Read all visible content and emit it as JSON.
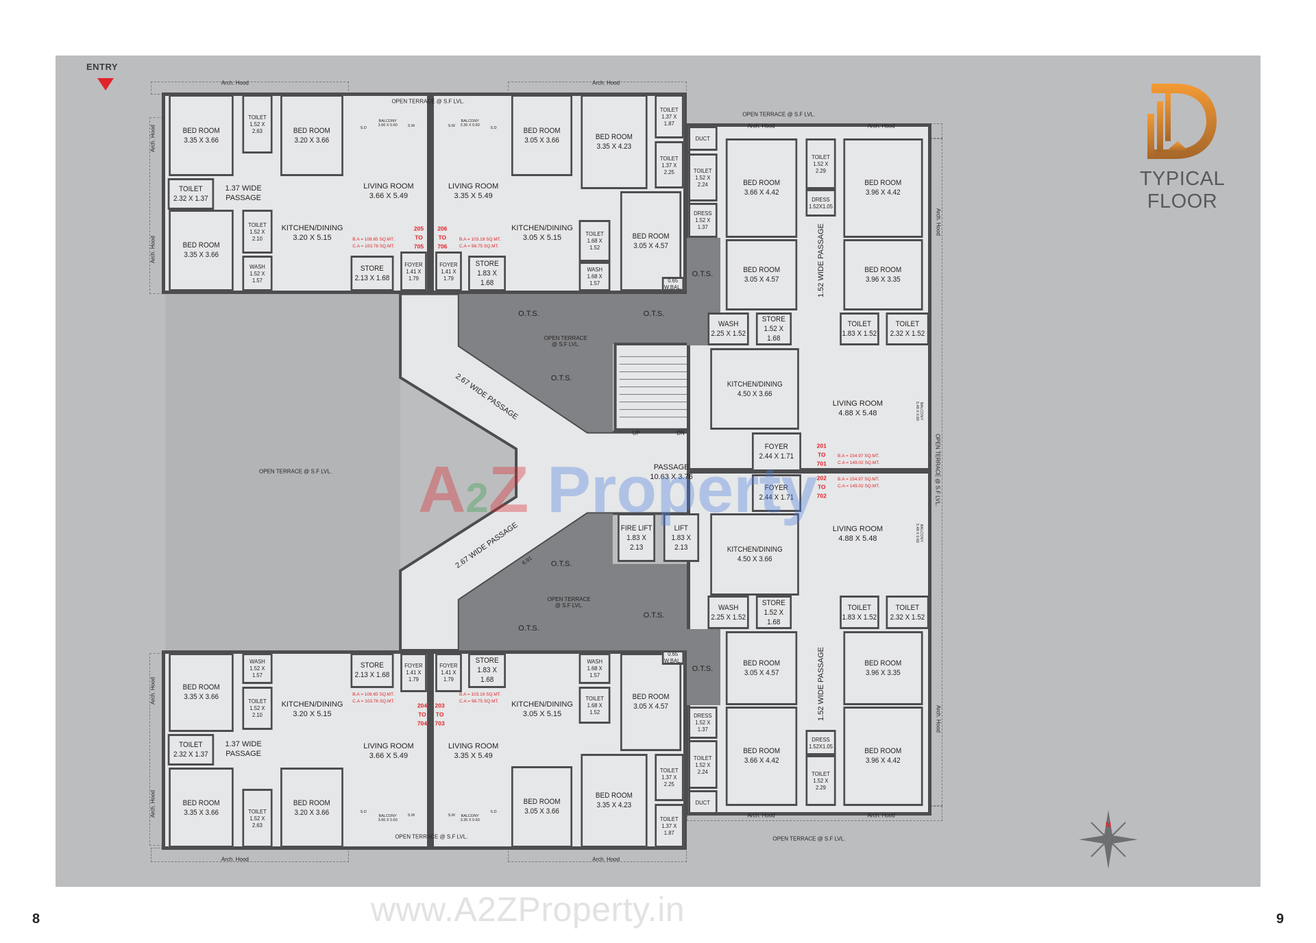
{
  "page": {
    "entry_label": "ENTRY",
    "title": "TYPICAL FLOOR",
    "page_left": "8",
    "page_right": "9",
    "watermark_url": "www.A2ZProperty.in",
    "watermark_brand_a": "A",
    "watermark_brand_2": "2",
    "watermark_brand_z": "Z",
    "watermark_brand_rest": " Property",
    "compass_label": "N",
    "brand_color": "#e08a2c",
    "area_text_color": "#e0242b"
  },
  "rooms": [
    {
      "label": "BED ROOM",
      "dims": "3.35 X 3.66"
    },
    {
      "label": "TOILET",
      "dims": "1.52 X\n2.63"
    },
    {
      "label": "BED ROOM",
      "dims": "3.20 X 3.66"
    },
    {
      "label": "TOILET",
      "dims": "2.32 X 1.37"
    },
    {
      "label": "BED ROOM",
      "dims": "3.35 X 3.66"
    },
    {
      "label": "TOILET",
      "dims": "1.52 X\n2.10"
    },
    {
      "label": "WASH",
      "dims": "1.52 X\n1.57"
    },
    {
      "label": "STORE",
      "dims": "2.13 X 1.68"
    },
    {
      "label": "FOYER",
      "dims": "1.41 X\n1.79"
    },
    {
      "label": "FOYER",
      "dims": "1.41 X\n1.79"
    },
    {
      "label": "STORE",
      "dims": "1.83 X 1.68"
    },
    {
      "label": "BED ROOM",
      "dims": "3.05 X 3.66"
    },
    {
      "label": "BED ROOM",
      "dims": "3.35 X 4.23"
    },
    {
      "label": "TOILET",
      "dims": "1.37 X\n1.87"
    },
    {
      "label": "TOILET",
      "dims": "1.37 X\n2.25"
    },
    {
      "label": "TOILET",
      "dims": "1.68 X\n1.52"
    },
    {
      "label": "WASH",
      "dims": "1.68 X\n1.57"
    },
    {
      "label": "BED ROOM",
      "dims": "3.05 X 4.57"
    },
    {
      "label": "0.65",
      "dims": "W.BAL."
    },
    {
      "label": "DUCT",
      "dims": ""
    },
    {
      "label": "TOILET",
      "dims": "1.52 X\n2.24"
    },
    {
      "label": "DRESS",
      "dims": "1.52 X\n1.37"
    },
    {
      "label": "BED ROOM",
      "dims": "3.66 X 4.42"
    },
    {
      "label": "TOILET",
      "dims": "1.52 X\n2.29"
    },
    {
      "label": "DRESS",
      "dims": "1.52X1.05"
    },
    {
      "label": "BED ROOM",
      "dims": "3.96 X 4.42"
    },
    {
      "label": "BED ROOM",
      "dims": "3.05 X 4.57"
    },
    {
      "label": "BED ROOM",
      "dims": "3.96 X 3.35"
    },
    {
      "label": "WASH",
      "dims": "2.25 X 1.52"
    },
    {
      "label": "STORE",
      "dims": "1.52 X\n1.68"
    },
    {
      "label": "TOILET",
      "dims": "1.83 X 1.52"
    },
    {
      "label": "TOILET",
      "dims": "2.32 X 1.52"
    },
    {
      "label": "KITCHEN/DINING",
      "dims": "4.50 X 3.66"
    },
    {
      "label": "FOYER",
      "dims": "2.44 X 1.71"
    },
    {
      "label": "FOYER",
      "dims": "2.44 X 1.71"
    },
    {
      "label": "KITCHEN/DINING",
      "dims": "4.50 X 3.66"
    },
    {
      "label": "WASH",
      "dims": "2.25 X 1.52"
    },
    {
      "label": "STORE",
      "dims": "1.52 X\n1.68"
    },
    {
      "label": "TOILET",
      "dims": "1.83 X 1.52"
    },
    {
      "label": "TOILET",
      "dims": "2.32 X 1.52"
    },
    {
      "label": "BED ROOM",
      "dims": "3.05 X 4.57"
    },
    {
      "label": "BED ROOM",
      "dims": "3.96 X 3.35"
    },
    {
      "label": "DRESS",
      "dims": "1.52 X\n1.37"
    },
    {
      "label": "TOILET",
      "dims": "1.52 X\n2.24"
    },
    {
      "label": "DUCT",
      "dims": ""
    },
    {
      "label": "BED ROOM",
      "dims": "3.66 X 4.42"
    },
    {
      "label": "DRESS",
      "dims": "1.52X1.05"
    },
    {
      "label": "TOILET",
      "dims": "1.52 X\n2.29"
    },
    {
      "label": "BED ROOM",
      "dims": "3.96 X 4.42"
    },
    {
      "label": "BED ROOM",
      "dims": "3.35 X 3.66"
    },
    {
      "label": "WASH",
      "dims": "1.52 X\n1.57"
    },
    {
      "label": "TOILET",
      "dims": "1.52 X\n2.10"
    },
    {
      "label": "TOILET",
      "dims": "2.32 X 1.37"
    },
    {
      "label": "BED ROOM",
      "dims": "3.35 X 3.66"
    },
    {
      "label": "TOILET",
      "dims": "1.52 X\n2.63"
    },
    {
      "label": "BED ROOM",
      "dims": "3.20 X 3.66"
    },
    {
      "label": "STORE",
      "dims": "2.13 X 1.68"
    },
    {
      "label": "FOYER",
      "dims": "1.41 X\n1.79"
    },
    {
      "label": "FOYER",
      "dims": "1.41 X\n1.79"
    },
    {
      "label": "STORE",
      "dims": "1.83 X 1.68"
    },
    {
      "label": "WASH",
      "dims": "1.68 X\n1.57"
    },
    {
      "label": "TOILET",
      "dims": "1.68 X\n1.52"
    },
    {
      "label": "BED ROOM",
      "dims": "3.05 X 4.57"
    },
    {
      "label": "0.65",
      "dims": "W.BAL."
    },
    {
      "label": "BED ROOM",
      "dims": "3.05 X 3.66"
    },
    {
      "label": "BED ROOM",
      "dims": "3.35 X 4.23"
    },
    {
      "label": "TOILET",
      "dims": "1.37 X\n2.25"
    },
    {
      "label": "TOILET",
      "dims": "1.37 X\n1.87"
    },
    {
      "label": "FIRE LIFT",
      "dims": "1.83 X 2.13"
    },
    {
      "label": "LIFT",
      "dims": "1.83 X 2.13"
    }
  ],
  "labels": [
    "1.37 WIDE\nPASSAGE",
    "LIVING ROOM\n3.66 X 5.49",
    "KITCHEN/DINING\n3.20 X 5.15",
    "LIVING ROOM\n3.35 X 5.49",
    "KITCHEN/DINING\n3.05 X 5.15",
    "LIVING ROOM\n4.88 X 5.48",
    "LIVING ROOM\n4.88 X 5.48",
    "1.52 WIDE PASSAGE",
    "1.52 WIDE PASSAGE",
    "1.37 WIDE\nPASSAGE",
    "KITCHEN/DINING\n3.20 X 5.15",
    "LIVING ROOM\n3.66 X 5.49",
    "LIVING ROOM\n3.35 X 5.49",
    "KITCHEN/DINING\n3.05 X 5.15",
    "OPEN TERRACE @ S.F LVL.",
    "OPEN TERRACE @ S.F LVL.",
    "OPEN TERRACE @ S.F LVL.",
    "OPEN TERRACE @ S.F LVL.",
    "OPEN TERRACE @ S.F LVL.",
    "OPEN TERRACE @ S.F LVL.",
    "O.T.S.",
    "O.T.S.",
    "OPEN TERRACE\n@ S.F LVL.",
    "O.T.S.",
    "O.T.S.",
    "O.T.S.",
    "OPEN TERRACE\n@ S.F LVL.",
    "O.T.S.",
    "O.T.S.",
    "O.T.S.",
    "6.91",
    "2.67 WIDE PASSAGE",
    "2.67 WIDE PASSAGE",
    "PASSAGE\n10.63 X 3.76",
    "UP",
    "DN",
    "Arch. Hood",
    "Arch. Hood",
    "Arch. Hood",
    "Arch. Hood",
    "Arch. Hood",
    "Arch. Hood",
    "Arch. Hood",
    "Arch. Hood",
    "Arch. Hood",
    "Arch. Hood",
    "Arch. Hood",
    "Arch. Hood",
    "Arch. Hood",
    "Arch. Hood",
    "205\nTO\n705",
    "206\nTO\n706",
    "204\nTO\n704",
    "203\nTO\n703",
    "201\nTO\n701",
    "202\nTO\n702",
    "B.A = 108.65 SQ.MT.\nC.A = 103.76 SQ.MT.",
    "B.A = 103.19 SQ.MT.\nC.A = 98.75 SQ.MT.",
    "B.A = 108.65 SQ.MT.\nC.A = 103.76 SQ.MT.",
    "B.A = 103.19 SQ.MT.\nC.A = 98.75 SQ.MT.",
    "B.A = 154.97 SQ.MT.\nC.A = 149.02 SQ.MT.",
    "B.A = 154.97 SQ.MT.\nC.A = 149.02 SQ.MT.",
    "BALCONY\n3.66 X 0.60",
    "BALCONY\n3.35 X 0.60",
    "BALCONY\n3.66 X 0.60",
    "BALCONY\n3.35 X 0.60",
    "BALCONY\n5.48 X 0.60",
    "BALCONY\n5.48 X 0.60",
    "S.D",
    "S.W",
    "S.W",
    "S.D",
    "S.D",
    "S.W",
    "S.W",
    "S.D"
  ]
}
